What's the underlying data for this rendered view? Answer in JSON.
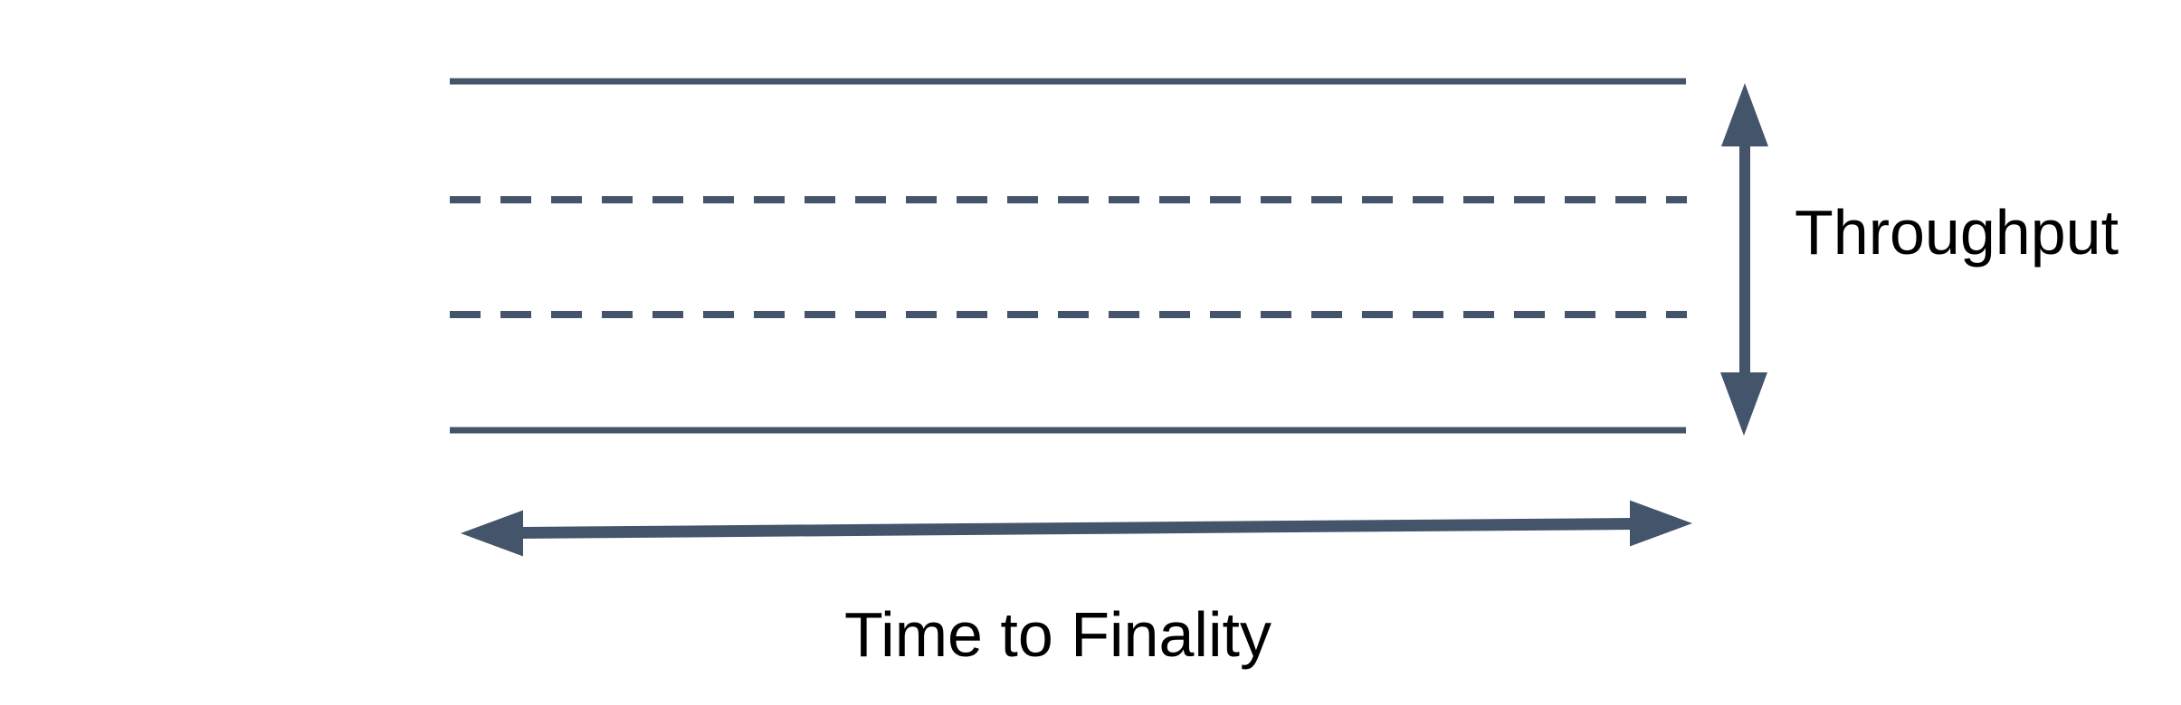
{
  "diagram": {
    "type": "axes-annotation-diagram",
    "labels": {
      "throughput": "Throughput",
      "time_to_finality": "Time to Finality"
    },
    "colors": {
      "shape": "#44546A",
      "text": "#000000",
      "background": "#FFFFFF"
    },
    "lanes": [
      {
        "index": 0,
        "style": "solid"
      },
      {
        "index": 1,
        "style": "dashed"
      },
      {
        "index": 2,
        "style": "dashed"
      },
      {
        "index": 3,
        "style": "solid"
      }
    ],
    "arrows": [
      {
        "name": "throughput-axis",
        "orientation": "vertical",
        "heads": "both",
        "spans": "between top and bottom solid lines"
      },
      {
        "name": "time-to-finality-axis",
        "orientation": "horizontal",
        "heads": "both",
        "spans": "width of the lines"
      }
    ]
  }
}
